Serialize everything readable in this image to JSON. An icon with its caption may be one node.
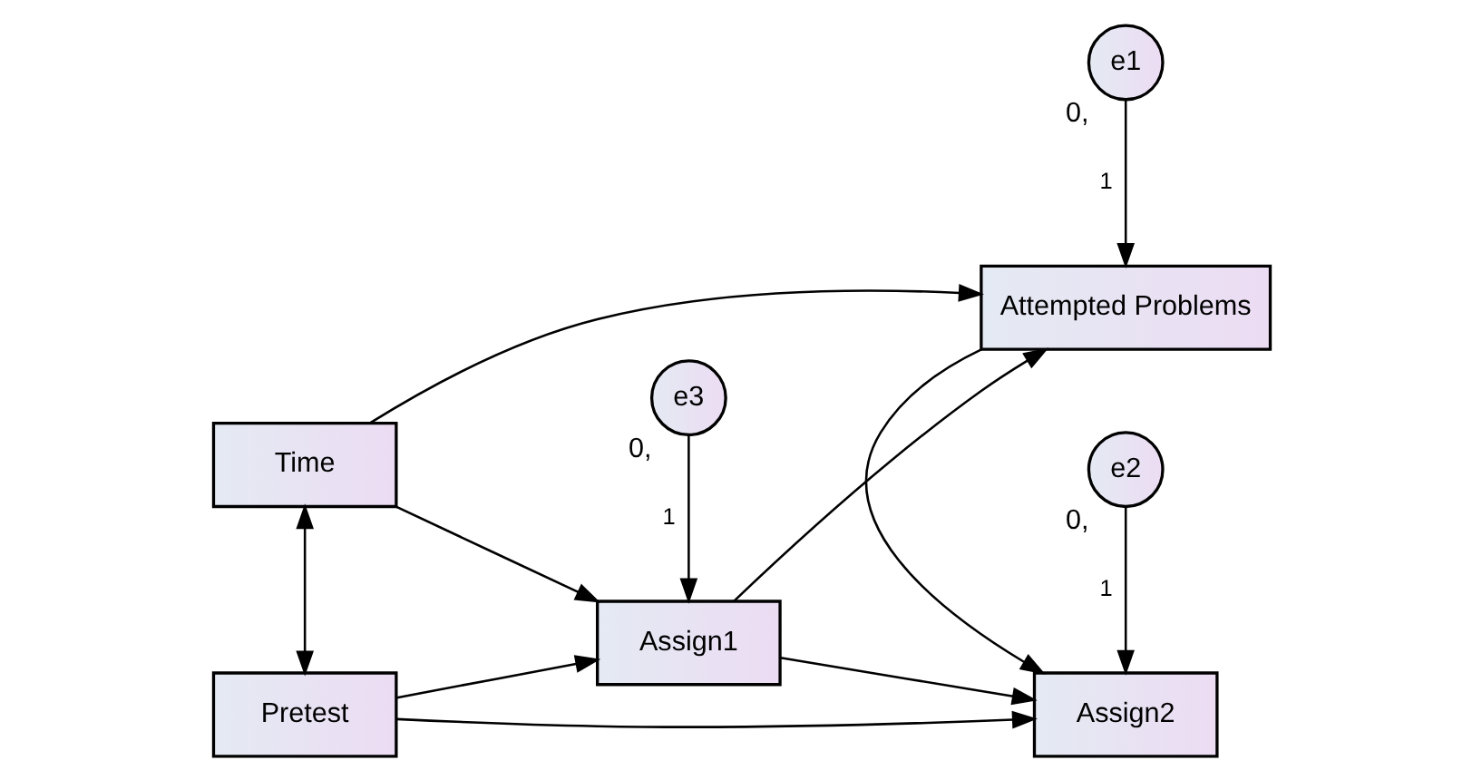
{
  "diagram": {
    "nodes": [
      {
        "text": [
          "e1"
        ],
        "beside": [
          "0,"
        ]
      },
      {
        "text": [
          "Time"
        ]
      },
      {
        "text": [
          "e3"
        ],
        "beside": [
          "0,"
        ]
      },
      {
        "text": [
          "Attempted Problems"
        ]
      },
      {
        "text": [
          "Assign1"
        ]
      },
      {
        "text": [
          "Pretest"
        ]
      },
      {
        "text": [
          "Assign2"
        ]
      },
      {
        "text": [
          "e2"
        ],
        "beside": [
          "0,"
        ]
      }
    ],
    "edges": [
      {
        "from": 1,
        "to": 5,
        "arrow": "both"
      },
      {
        "from": 1,
        "to": 3,
        "arrow": "to"
      },
      {
        "from": 1,
        "to": 4,
        "arrow": "to"
      },
      {
        "from": 5,
        "to": 4,
        "arrow": "to"
      },
      {
        "from": 5,
        "to": 6,
        "arrow": "to"
      },
      {
        "from": 4,
        "to": 3,
        "arrow": "to"
      },
      {
        "from": 4,
        "to": 6,
        "arrow": "to"
      },
      {
        "from": 3,
        "to": 6,
        "arrow": "to"
      },
      {
        "from": 0,
        "to": 3,
        "arrow": "to",
        "label": "1"
      },
      {
        "from": 2,
        "to": 4,
        "arrow": "to",
        "label": "1"
      },
      {
        "from": 7,
        "to": 6,
        "arrow": "to",
        "label": "1"
      }
    ]
  }
}
